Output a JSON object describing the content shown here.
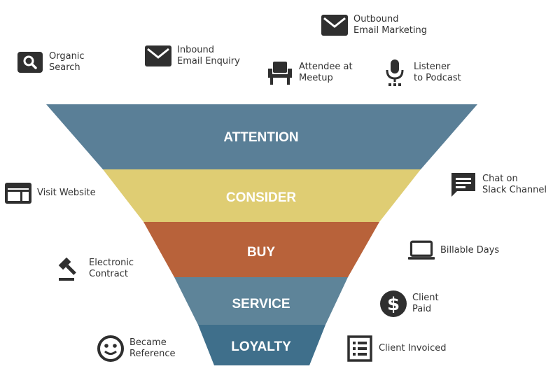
{
  "stages": [
    {
      "label": "ATTENTION",
      "color": "#5a7f97"
    },
    {
      "label": "CONSIDER",
      "color": "#dfcd73"
    },
    {
      "label": "BUY",
      "color": "#b8623a"
    },
    {
      "label": "SERVICE",
      "color": "#5e8499"
    },
    {
      "label": "LOYALTY",
      "color": "#3f6f8b"
    }
  ],
  "touchpoints": {
    "organic_search": {
      "line1": "Organic",
      "line2": "Search",
      "icon": "search-icon"
    },
    "inbound_email": {
      "line1": "Inbound",
      "line2": "Email Enquiry",
      "icon": "envelope-icon"
    },
    "outbound_email": {
      "line1": "Outbound",
      "line2": "Email Marketing",
      "icon": "envelope-icon"
    },
    "meetup": {
      "line1": "Attendee at",
      "line2": "Meetup",
      "icon": "chair-icon"
    },
    "podcast": {
      "line1": "Listener",
      "line2": "to Podcast",
      "icon": "microphone-icon"
    },
    "visit_website": {
      "line1": "Visit Website",
      "icon": "browser-window-icon"
    },
    "slack": {
      "line1": "Chat on",
      "line2": "Slack Channel",
      "icon": "chat-bubble-icon"
    },
    "contract": {
      "line1": "Electronic",
      "line2": "Contract",
      "icon": "gavel-icon"
    },
    "billable": {
      "line1": "Billable Days",
      "icon": "laptop-icon"
    },
    "client_paid": {
      "line1": "Client",
      "line2": "Paid",
      "icon": "dollar-coin-icon"
    },
    "reference": {
      "line1": "Became",
      "line2": "Reference",
      "icon": "smiley-icon"
    },
    "invoiced": {
      "line1": "Client Invoiced",
      "icon": "invoice-list-icon"
    }
  },
  "colors": {
    "icon": "#2f2f2f",
    "text": "#333333"
  }
}
